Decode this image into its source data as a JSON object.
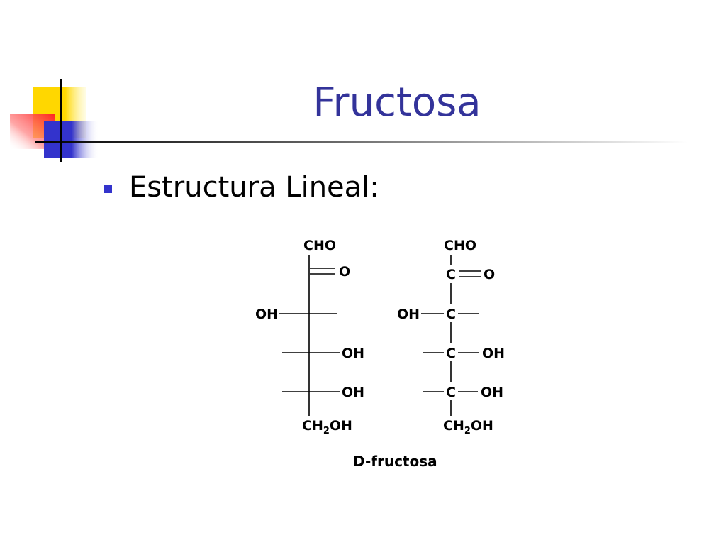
{
  "slide": {
    "title": "Fructosa",
    "bullet": "Estructura Lineal:",
    "colors": {
      "title": "#33339a",
      "bullet": "#3333cc",
      "accent_yellow": "#ffd700",
      "accent_red": "#ff3333",
      "accent_blue": "#3333cc",
      "rule": "#000000"
    }
  },
  "diagram": {
    "fischer": {
      "top": "CHO",
      "carbonyl_o": "O",
      "left_oh": "OH",
      "right_oh_1": "OH",
      "right_oh_2": "OH",
      "bottom_ch": "CH",
      "bottom_sub": "2",
      "bottom_oh": "OH"
    },
    "expanded": {
      "top": "CHO",
      "c2": "C",
      "c2_o": "O",
      "c3_oh": "OH",
      "c3": "C",
      "c4": "C",
      "c4_oh": "OH",
      "c5": "C",
      "c5_oh": "OH",
      "bottom_ch": "CH",
      "bottom_sub": "2",
      "bottom_oh": "OH"
    },
    "caption": "D-fructosa"
  }
}
